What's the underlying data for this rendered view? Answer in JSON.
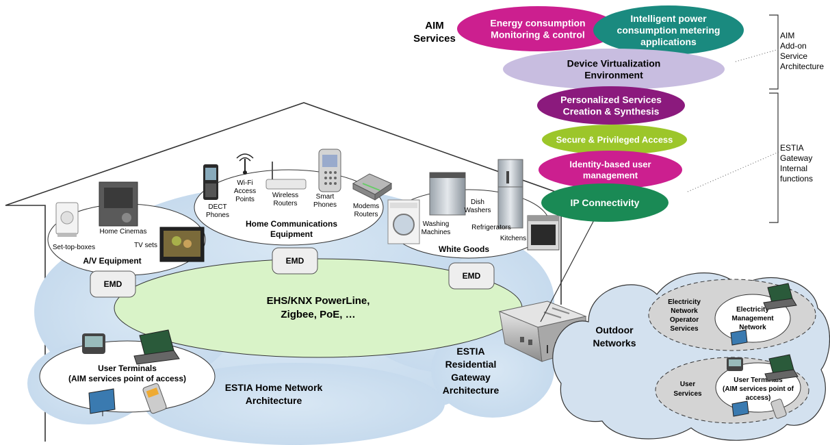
{
  "aim_services_label": [
    "AIM",
    "Services"
  ],
  "layers": [
    {
      "id": "energy",
      "lines": [
        "Energy consumption",
        "Monitoring & control"
      ],
      "color": "#cc1f8f",
      "text_color": "#ffffff"
    },
    {
      "id": "metering",
      "lines": [
        "Intelligent power",
        "consumption metering",
        "applications"
      ],
      "color": "#1a8a7f",
      "text_color": "#ffffff"
    },
    {
      "id": "virtualization",
      "lines": [
        "Device Virtualization",
        "Environment"
      ],
      "color": "#c8bde0",
      "text_color": "#000000"
    },
    {
      "id": "personalized",
      "lines": [
        "Personalized Services",
        "Creation & Synthesis"
      ],
      "color": "#8b1a7d",
      "text_color": "#ffffff"
    },
    {
      "id": "secure",
      "lines": [
        "Secure & Privileged Access"
      ],
      "color": "#9cc62a",
      "text_color": "#ffffff"
    },
    {
      "id": "identity",
      "lines": [
        "Identity-based user",
        "management"
      ],
      "color": "#cc1f8f",
      "text_color": "#ffffff"
    },
    {
      "id": "ip",
      "lines": [
        "IP Connectivity"
      ],
      "color": "#1a8a55",
      "text_color": "#ffffff"
    }
  ],
  "aim_addon_label": [
    "AIM",
    "Add-on",
    "Service",
    "Architecture"
  ],
  "estia_gateway_internal_label": [
    "ESTIA",
    "Gateway",
    "Internal",
    "functions"
  ],
  "av_group": {
    "title": "A/V Equipment",
    "items": [
      "Set-top-boxes",
      "Home Cinemas",
      "TV sets"
    ]
  },
  "comm_group": {
    "title": [
      "Home Communications",
      "Equipment"
    ],
    "items": [
      [
        "DECT",
        "Phones"
      ],
      [
        "Wi-Fi",
        "Access",
        "Points"
      ],
      [
        "Wireless",
        "Routers"
      ],
      [
        "Smart",
        "Phones"
      ],
      [
        "Modems",
        "Routers"
      ]
    ]
  },
  "white_group": {
    "title": "White Goods",
    "items": [
      [
        "Washing",
        "Machines"
      ],
      [
        "Dish",
        "Washers"
      ],
      [
        "Refrigerators"
      ],
      [
        "Kitchens"
      ]
    ]
  },
  "emd_label": "EMD",
  "network_label": [
    "EHS/KNX PowerLine,",
    "Zigbee, PoE, …"
  ],
  "user_terminals_label": [
    "User Terminals",
    "(AIM services point of access)"
  ],
  "home_network_label": [
    "ESTIA Home Network",
    "Architecture"
  ],
  "gateway_label": [
    "ESTIA",
    "Residential",
    "Gateway",
    "Architecture"
  ],
  "outdoor_label": [
    "Outdoor",
    "Networks"
  ],
  "electricity_operator_label": [
    "Electricity",
    "Network",
    "Operator",
    "Services"
  ],
  "electricity_mgmt_label": [
    "Electricity",
    "Management",
    "Network"
  ],
  "user_services_label": [
    "User",
    "Services"
  ],
  "outdoor_user_terminals_label": [
    "User Terminals",
    "(AIM services point of",
    "access)"
  ]
}
